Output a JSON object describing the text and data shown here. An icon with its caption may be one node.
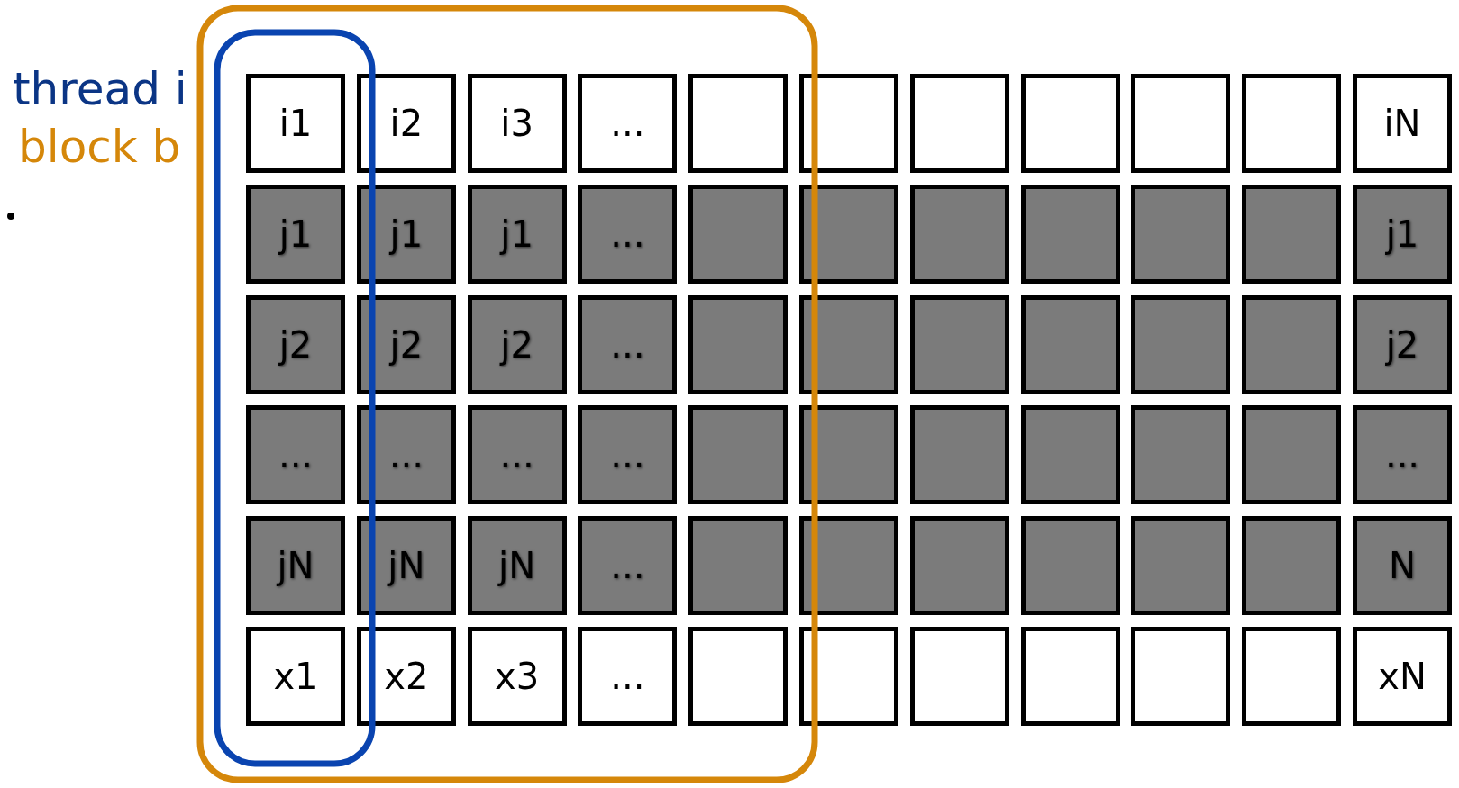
{
  "diagram": {
    "nodes": [
      {
        "text": [
          "i1"
        ]
      },
      {
        "text": [
          "i2"
        ]
      },
      {
        "text": [
          "i3"
        ]
      },
      {
        "text": [
          "..."
        ]
      },
      {
        "text": [],
        "shape": "box"
      },
      {
        "text": [],
        "shape": "box"
      },
      {
        "text": [],
        "shape": "box"
      },
      {
        "text": [],
        "shape": "box"
      },
      {
        "text": [],
        "shape": "box"
      },
      {
        "text": [],
        "shape": "box"
      },
      {
        "text": [
          "iN"
        ]
      },
      {
        "text": [
          "j1"
        ]
      },
      {
        "text": [
          "j1"
        ]
      },
      {
        "text": [
          "j1"
        ]
      },
      {
        "text": [
          "..."
        ]
      },
      {
        "text": [],
        "shape": "box"
      },
      {
        "text": [],
        "shape": "box"
      },
      {
        "text": [],
        "shape": "box"
      },
      {
        "text": [],
        "shape": "box"
      },
      {
        "text": [],
        "shape": "box"
      },
      {
        "text": [],
        "shape": "box"
      },
      {
        "text": [
          "j1"
        ]
      },
      {
        "text": [
          "j2"
        ]
      },
      {
        "text": [
          "j2"
        ]
      },
      {
        "text": [
          "j2"
        ]
      },
      {
        "text": [
          "..."
        ]
      },
      {
        "text": [],
        "shape": "box"
      },
      {
        "text": [],
        "shape": "box"
      },
      {
        "text": [],
        "shape": "box"
      },
      {
        "text": [],
        "shape": "box"
      },
      {
        "text": [],
        "shape": "box"
      },
      {
        "text": [],
        "shape": "box"
      },
      {
        "text": [
          "j2"
        ]
      },
      {
        "text": [
          "..."
        ]
      },
      {
        "text": [
          "..."
        ]
      },
      {
        "text": [
          "..."
        ]
      },
      {
        "text": [
          "..."
        ]
      },
      {
        "text": [],
        "shape": "box"
      },
      {
        "text": [],
        "shape": "box"
      },
      {
        "text": [],
        "shape": "box"
      },
      {
        "text": [],
        "shape": "box"
      },
      {
        "text": [],
        "shape": "box"
      },
      {
        "text": [],
        "shape": "box"
      },
      {
        "text": [
          "..."
        ]
      },
      {
        "text": [
          "jN"
        ]
      },
      {
        "text": [
          "jN"
        ]
      },
      {
        "text": [
          "jN"
        ]
      },
      {
        "text": [
          "..."
        ]
      },
      {
        "text": [],
        "shape": "box"
      },
      {
        "text": [],
        "shape": "box"
      },
      {
        "text": [],
        "shape": "box"
      },
      {
        "text": [],
        "shape": "box"
      },
      {
        "text": [],
        "shape": "box"
      },
      {
        "text": [],
        "shape": "box"
      },
      {
        "text": [
          "N"
        ]
      },
      {
        "text": [
          "x1"
        ]
      },
      {
        "text": [
          "x2"
        ]
      },
      {
        "text": [
          "x3"
        ]
      },
      {
        "text": [
          "..."
        ]
      },
      {
        "text": [],
        "shape": "box"
      },
      {
        "text": [],
        "shape": "box"
      },
      {
        "text": [],
        "shape": "box"
      },
      {
        "text": [],
        "shape": "box"
      },
      {
        "text": [],
        "shape": "box"
      },
      {
        "text": [],
        "shape": "box"
      },
      {
        "text": [
          "xN"
        ]
      }
    ],
    "labels": [
      "thread i",
      "block b"
    ]
  }
}
